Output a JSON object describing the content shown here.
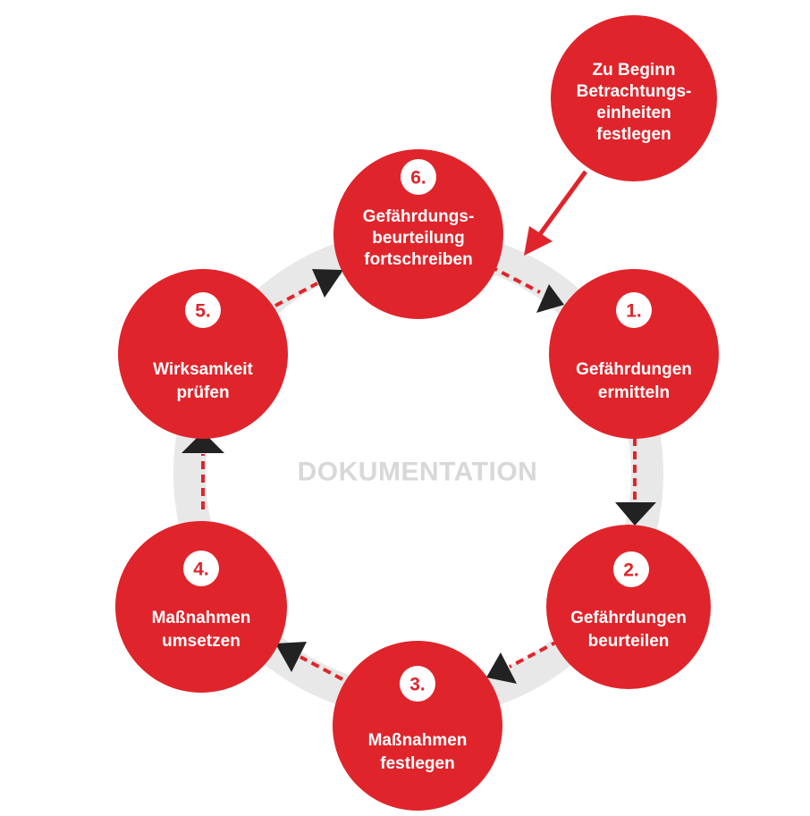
{
  "center_label": "DOKUMENTATION",
  "colors": {
    "node": "#e0242b",
    "ring": "#e8e8e8",
    "arrowhead": "#222222",
    "center_text": "#d8d8d8"
  },
  "start": {
    "lines": [
      "Zu Beginn",
      "Betrachtungs-",
      "einheiten",
      "festlegen"
    ]
  },
  "steps": [
    {
      "number": "1.",
      "lines": [
        "Gefährdungen",
        "ermitteln"
      ]
    },
    {
      "number": "2.",
      "lines": [
        "Gefährdungen",
        "beurteilen"
      ]
    },
    {
      "number": "3.",
      "lines": [
        "Maßnahmen",
        "festlegen"
      ]
    },
    {
      "number": "4.",
      "lines": [
        "Maßnahmen",
        "umsetzen"
      ]
    },
    {
      "number": "5.",
      "lines": [
        "Wirksamkeit",
        "prüfen"
      ]
    },
    {
      "number": "6.",
      "lines": [
        "Gefährdungs-",
        "beurteilung",
        "fortschreiben"
      ]
    }
  ]
}
